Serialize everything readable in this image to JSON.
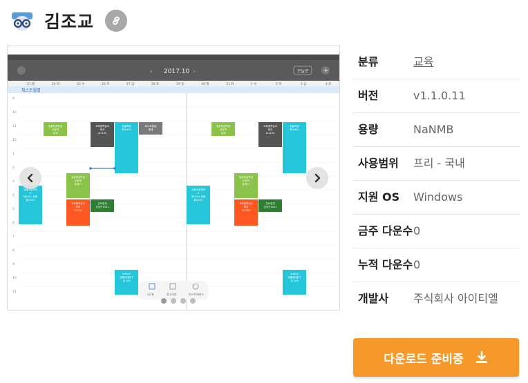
{
  "app": {
    "title": "김조교"
  },
  "screenshot_app": {
    "month": "2017.10",
    "today_btn": "오늘로",
    "notice": "채스트월별",
    "days": [
      "21 월",
      "24 화",
      "25 수",
      "26 목",
      "27 금",
      "28 토",
      "29 일",
      "30 월",
      "31 화",
      "1 수",
      "2 목",
      "3 금",
      "4 토"
    ],
    "hours": [
      "9",
      "10",
      "11",
      "12",
      "1",
      "2",
      "3",
      "4",
      "5",
      "6",
      "7",
      "8",
      "9",
      "10",
      "11"
    ],
    "events": [
      {
        "text": "컴퓨터공학생\n산공학\n공재",
        "color": "#8bc34a"
      },
      {
        "text": "교육철학입교\n육자\n교1100",
        "color": "#555555"
      },
      {
        "text": "유물포럼\n학사453",
        "color": "#26c6da"
      },
      {
        "text": "테스트할일\n빨래",
        "color": "#7a7a7a"
      },
      {
        "text": "컴퓨터공학생\n산공학\n공재11",
        "color": "#8bc34a"
      },
      {
        "text": "교육철학입교\n육자\n교1100",
        "color": "#ff5722"
      },
      {
        "text": "진로설계\n산공관1001",
        "color": "#2e7d32"
      },
      {
        "text": "유물과실적비\n스\n해1001 유물\n통지132",
        "color": "#26c6da"
      },
      {
        "text": "artbell\n유물생태분구\n실 104",
        "color": "#26c6da"
      }
    ],
    "bottom_nav": [
      "시간표",
      "알고리즘",
      "미스트래커스"
    ]
  },
  "info": {
    "rows": [
      {
        "label": "분류",
        "value": "교육",
        "link": true
      },
      {
        "label": "버전",
        "value": "v1.1.0.11"
      },
      {
        "label": "용량",
        "value": "NaNMB"
      },
      {
        "label": "사용범위",
        "value": "프리 - 국내"
      },
      {
        "label": "지원 OS",
        "value": "Windows"
      },
      {
        "label": "금주 다운수",
        "value": "0"
      },
      {
        "label": "누적 다운수",
        "value": "0"
      },
      {
        "label": "개발사",
        "value": "주식회사 아이티엘"
      }
    ]
  },
  "download": {
    "label": "다운로드 준비중"
  },
  "colors": {
    "accent": "#f6982a",
    "cyan": "#26c6da",
    "green": "#8bc34a",
    "orange": "#ff5722"
  }
}
